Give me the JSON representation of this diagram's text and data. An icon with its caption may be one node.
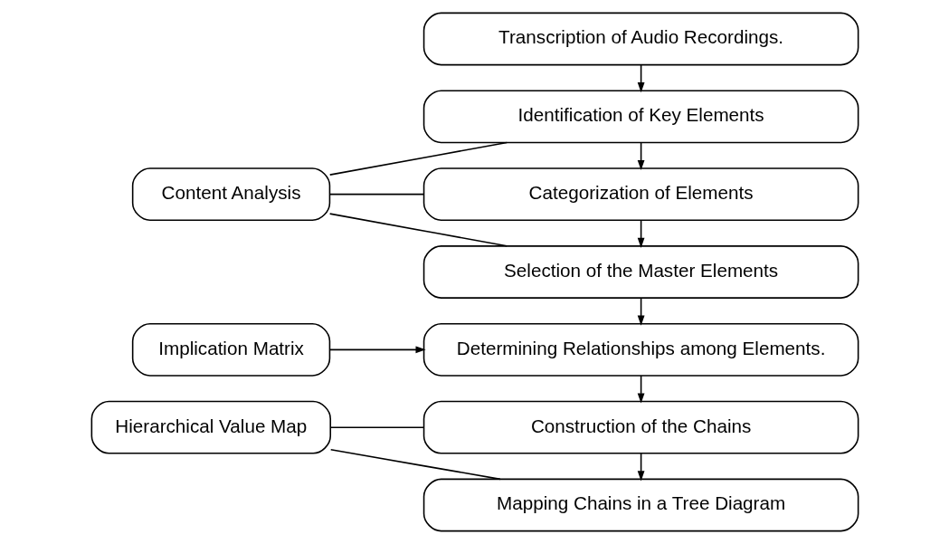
{
  "diagram": {
    "nodes": [
      {
        "text": [
          "Transcription of Audio Recordings."
        ]
      },
      {
        "text": [
          "Identification of Key Elements"
        ]
      },
      {
        "text": [
          "Categorization of Elements"
        ]
      },
      {
        "text": [
          "Selection of the Master Elements"
        ]
      },
      {
        "text": [
          "Determining Relationships among Elements."
        ]
      },
      {
        "text": [
          "Construction of the Chains"
        ]
      },
      {
        "text": [
          "Mapping Chains in a Tree Diagram"
        ]
      },
      {
        "text": [
          "Content Analysis"
        ]
      },
      {
        "text": [
          "Implication Matrix"
        ]
      },
      {
        "text": [
          "Hierarchical Value Map"
        ]
      }
    ],
    "edges": [
      {
        "from": 0,
        "to": 1,
        "arrow": "to"
      },
      {
        "from": 1,
        "to": 2,
        "arrow": "to"
      },
      {
        "from": 2,
        "to": 3,
        "arrow": "to"
      },
      {
        "from": 3,
        "to": 4,
        "arrow": "to"
      },
      {
        "from": 4,
        "to": 5,
        "arrow": "to"
      },
      {
        "from": 5,
        "to": 6,
        "arrow": "to"
      },
      {
        "from": 7,
        "to": 1,
        "arrow": "none"
      },
      {
        "from": 7,
        "to": 2,
        "arrow": "none"
      },
      {
        "from": 7,
        "to": 3,
        "arrow": "none"
      },
      {
        "from": 8,
        "to": 4,
        "arrow": "to"
      },
      {
        "from": 9,
        "to": 5,
        "arrow": "none"
      },
      {
        "from": 9,
        "to": 6,
        "arrow": "none"
      }
    ]
  }
}
